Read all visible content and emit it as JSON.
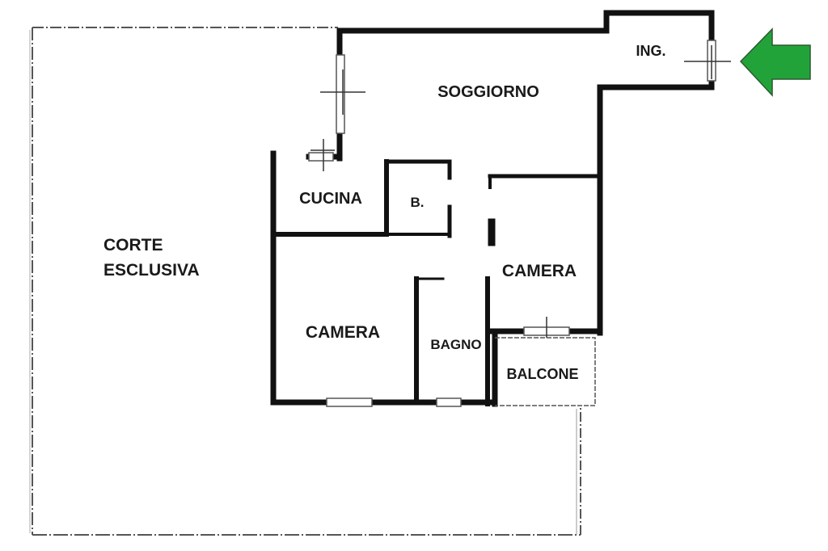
{
  "rooms": {
    "ingresso": "ING.",
    "soggiorno": "SOGGIORNO",
    "cucina": "CUCINA",
    "bagno_piccolo": "B.",
    "corte_line1": "CORTE",
    "corte_line2": "ESCLUSIVA",
    "camera_grande": "CAMERA",
    "camera_piccola": "CAMERA",
    "bagno": "BAGNO",
    "balcone": "BALCONE"
  },
  "entrance_arrow": {
    "icon": "entrance-arrow-icon",
    "color": "#22a33a"
  },
  "colors": {
    "wall": "#111111",
    "outline": "#555555",
    "window": "#aaaaaa"
  }
}
